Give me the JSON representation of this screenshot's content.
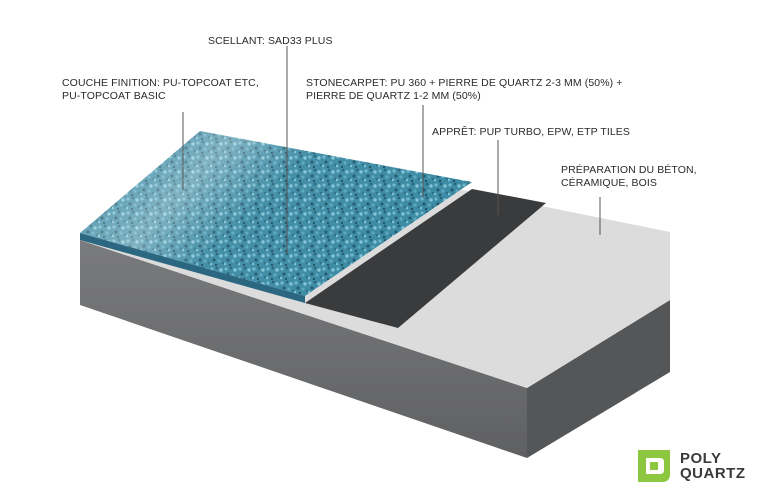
{
  "labels": {
    "scellant": "SCELLANT: SAD33 PLUS",
    "couche_finition": {
      "line1": "COUCHE FINITION: PU-TOPCOAT ETC,",
      "line2": "PU-TOPCOAT BASIC"
    },
    "stonecarpet": {
      "line1": "STONECARPET: PU 360 + PIERRE DE QUARTZ 2-3 MM (50%) +",
      "line2": "PIERRE DE QUARTZ 1-2 MM (50%)"
    },
    "appret": "APPRÊT: PUP TURBO, EPW, ETP TILES",
    "preparation": {
      "line1": "PRÉPARATION DU BÉTON,",
      "line2": "CÉRAMIQUE, BOIS"
    }
  },
  "logo": {
    "line1": "POLY",
    "line2": "QUARTZ",
    "mark_color": "#8dc63f"
  },
  "colors": {
    "slab_top": "#d9d9d9",
    "slab_front": "#6e6f71",
    "slab_right": "#58595b",
    "primer": "#3b3c3e",
    "stone_top": "#3f8fa8",
    "stone_side": "#2e6e86",
    "leader": "#555555"
  }
}
